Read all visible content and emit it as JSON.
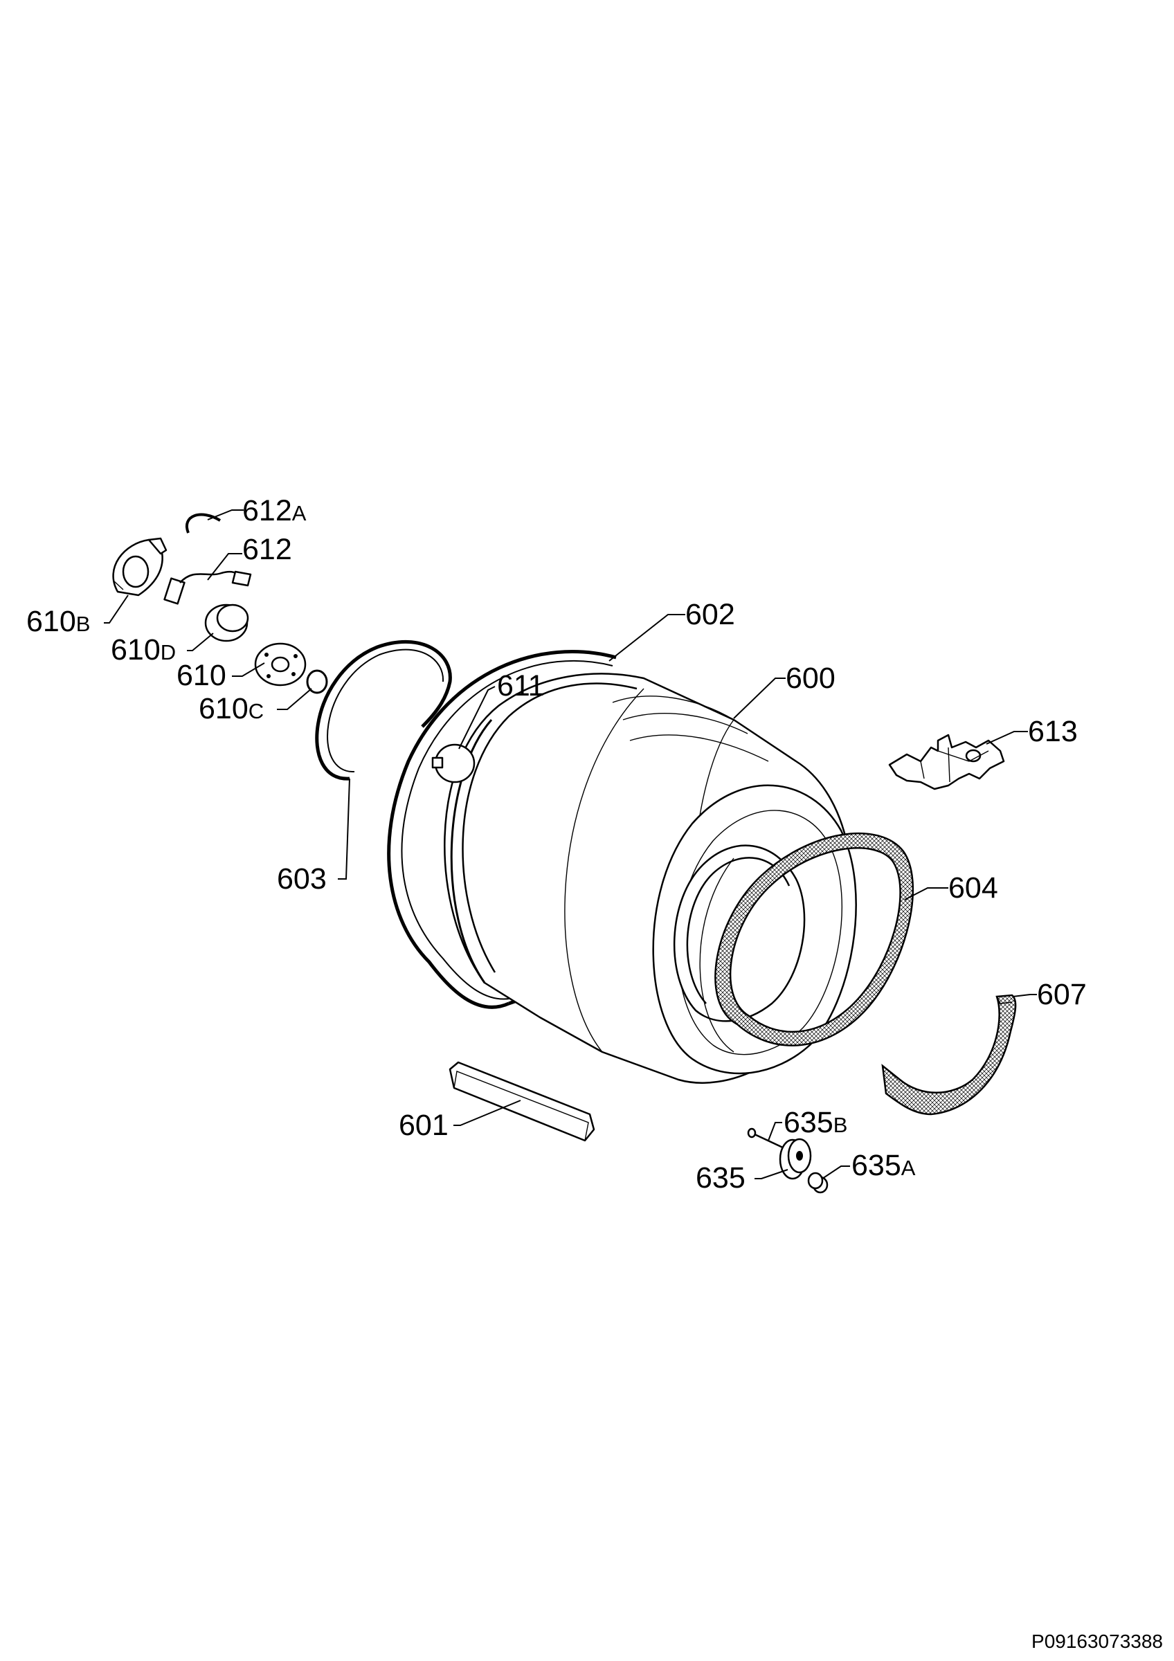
{
  "diagram": {
    "callouts": {
      "c612a": {
        "num": "612",
        "sfx": "A"
      },
      "c612": {
        "num": "612",
        "sfx": ""
      },
      "c610b": {
        "num": "610",
        "sfx": "B"
      },
      "c610d": {
        "num": "610",
        "sfx": "D"
      },
      "c610": {
        "num": "610",
        "sfx": ""
      },
      "c610c": {
        "num": "610",
        "sfx": "C"
      },
      "c602": {
        "num": "602",
        "sfx": ""
      },
      "c611": {
        "num": "611",
        "sfx": ""
      },
      "c600": {
        "num": "600",
        "sfx": ""
      },
      "c613": {
        "num": "613",
        "sfx": ""
      },
      "c603": {
        "num": "603",
        "sfx": ""
      },
      "c604": {
        "num": "604",
        "sfx": ""
      },
      "c607": {
        "num": "607",
        "sfx": ""
      },
      "c601": {
        "num": "601",
        "sfx": ""
      },
      "c635b": {
        "num": "635",
        "sfx": "B"
      },
      "c635": {
        "num": "635",
        "sfx": ""
      },
      "c635a": {
        "num": "635",
        "sfx": "A"
      }
    },
    "drawing_id": "P09163073388"
  }
}
